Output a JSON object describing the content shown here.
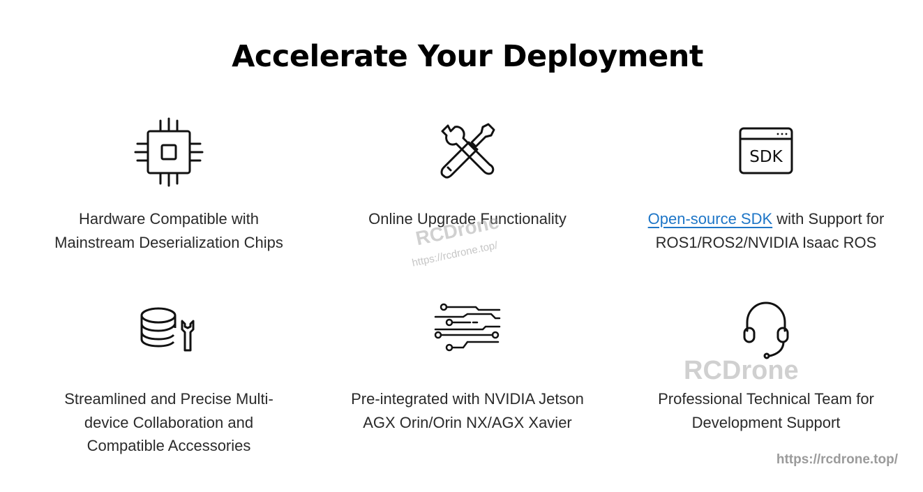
{
  "header": {
    "title": "Accelerate Your Deployment"
  },
  "features": [
    {
      "icon": "chip-icon",
      "line1": "Hardware Compatible with",
      "line2": "Mainstream Deserialization Chips"
    },
    {
      "icon": "tools-icon",
      "line1": "Online Upgrade Functionality"
    },
    {
      "icon": "sdk-window-icon",
      "sdk_label": "SDK",
      "link_text": "Open-source SDK",
      "line1_rest": " with Support for",
      "line2": "ROS1/ROS2/NVIDIA Isaac ROS"
    },
    {
      "icon": "database-wrench-icon",
      "line1": "Streamlined and Precise Multi-",
      "line2": "device Collaboration and",
      "line3": "Compatible Accessories"
    },
    {
      "icon": "circuit-traces-icon",
      "line1": "Pre-integrated with NVIDIA Jetson",
      "line2": "AGX Orin/Orin NX/AGX Xavier"
    },
    {
      "icon": "headset-icon",
      "line1": "Professional Technical Team for",
      "line2": "Development Support"
    }
  ],
  "watermarks": {
    "center_brand": "RCDrone",
    "center_url": "https://rcdrone.top/",
    "right_brand": "RCDrone",
    "bottom_url": "https://rcdrone.top/"
  },
  "colors": {
    "link": "#1e76c7",
    "icon_stroke": "#111111",
    "title": "#000000"
  }
}
